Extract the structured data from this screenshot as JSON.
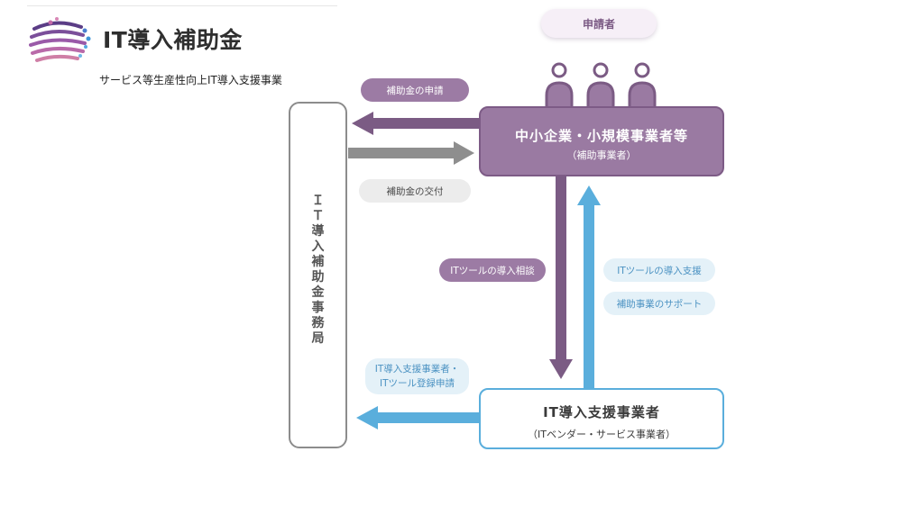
{
  "header": {
    "logo_text": "IT導入補助金",
    "subtitle": "サービス等生産性向上IT導入支援事業"
  },
  "diagram": {
    "applicant_label": "申請者",
    "sme": {
      "title": "中小企業・小規模事業者等",
      "subtitle": "（補助事業者）"
    },
    "office_label": "ＩＴ導入補助金事務局",
    "vendor": {
      "title": "IT導入支援事業者",
      "subtitle": "（ITベンダー・サービス事業者）"
    },
    "flows": {
      "subsidy_application": "補助金の申請",
      "subsidy_grant": "補助金の交付",
      "it_tool_consultation": "ITツールの導入相談",
      "it_tool_support": "ITツールの導入支援",
      "project_support": "補助事業のサポート",
      "vendor_registration_line1": "IT導入支援事業者・",
      "vendor_registration_line2": "ITツール登録申請"
    },
    "colors": {
      "purple": "#7b5b84",
      "purple_fill": "#9a7aa2",
      "gray": "#8e8e8e",
      "blue": "#5aaedc"
    }
  }
}
